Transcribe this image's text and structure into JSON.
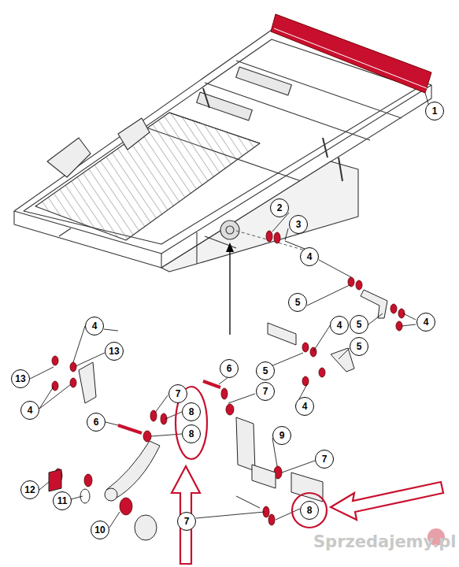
{
  "diagram": {
    "nodes": [
      {
        "text": [
          "1"
        ]
      },
      {
        "text": [
          "2"
        ]
      },
      {
        "text": [
          "3"
        ]
      },
      {
        "text": [
          "4"
        ]
      },
      {
        "text": [
          "5"
        ]
      },
      {
        "text": [
          "4"
        ]
      },
      {
        "text": [
          "4"
        ]
      },
      {
        "text": [
          "5"
        ]
      },
      {
        "text": [
          "4"
        ]
      },
      {
        "text": [
          "5"
        ]
      },
      {
        "text": [
          "13"
        ]
      },
      {
        "text": [
          "6"
        ]
      },
      {
        "text": [
          "5"
        ]
      },
      {
        "text": [
          "13"
        ]
      },
      {
        "text": [
          "7"
        ]
      },
      {
        "text": [
          "7"
        ]
      },
      {
        "text": [
          "4"
        ]
      },
      {
        "text": [
          "4"
        ]
      },
      {
        "text": [
          "8"
        ]
      },
      {
        "text": [
          "6"
        ]
      },
      {
        "text": [
          "8"
        ]
      },
      {
        "text": [
          "9"
        ]
      },
      {
        "text": [
          "7"
        ]
      },
      {
        "text": [
          "12"
        ]
      },
      {
        "text": [
          "11"
        ]
      },
      {
        "text": [
          "8"
        ]
      },
      {
        "text": [
          "10"
        ]
      },
      {
        "text": [
          "7"
        ]
      }
    ],
    "labels": [
      "Sprzedajemy.pl"
    ]
  }
}
